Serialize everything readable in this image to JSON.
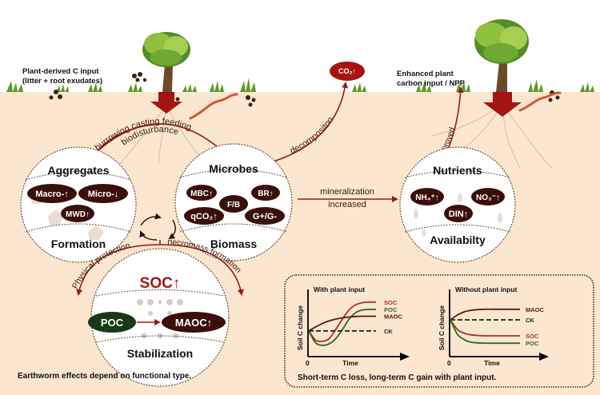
{
  "top_labels": {
    "plant_input_line1": "Plant-derived C input",
    "plant_input_line2": "(litter + root exudates)",
    "enhanced_line1": "Enhanced plant",
    "enhanced_line2": "carbon input / NPP",
    "co2": "CO₂↑"
  },
  "arrows": {
    "burrowing": "burrowing casting feeding",
    "biodisturbance": "biodisturbance",
    "decomposition": "decompositon",
    "mineralization_line1": "mineralization",
    "mineralization_line2": "increased",
    "improved": "improved",
    "physical_protection": "Physical protection",
    "necromass_formation": "necromass formation"
  },
  "aggregates": {
    "title": "Aggregates",
    "footer": "Formation",
    "pills": [
      "Macro-↑",
      "Micro-↓",
      "MWD↑"
    ]
  },
  "microbes": {
    "title": "Microbes",
    "footer": "Biomass",
    "pills": [
      "MBC↑",
      "BR↑",
      "F/B",
      "qCO₂↑",
      "G+/G-"
    ]
  },
  "nutrients": {
    "title": "Nutrients",
    "footer": "Availabilty",
    "pills": [
      "NH₄⁺↑",
      "NO₃⁻↑",
      "DIN↑"
    ]
  },
  "soc": {
    "title": "SOC↑",
    "footer": "Stabilization",
    "poc": "POC",
    "maoc": "MAOC↑"
  },
  "captions": {
    "left": "Earthworm effects depend on functional type.",
    "right": "Short-term C loss, long-term C gain with plant input."
  },
  "colors": {
    "soil": "#fbe6d0",
    "dark_red": "#9b1b14",
    "pill_brown": "#3a0f0a",
    "poc_green": "#163a16",
    "soc_red": "#a8302c",
    "poc_line": "#2d6a1c",
    "maoc_line": "#5b1a0e"
  },
  "chart_data": [
    {
      "type": "line",
      "title": "With plant input",
      "xlabel": "Time",
      "ylabel": "Soil C change",
      "x_tick_labels": [
        "0"
      ],
      "legend_position": "right",
      "x": [
        0,
        0.1,
        0.2,
        0.3,
        0.4,
        0.5,
        0.6,
        0.7,
        0.8,
        0.9,
        1.0
      ],
      "series": [
        {
          "name": "SOC",
          "values": [
            0,
            -0.35,
            -0.4,
            -0.3,
            0.05,
            0.45,
            0.8,
            1.0,
            1.08,
            1.1,
            1.1
          ]
        },
        {
          "name": "POC",
          "values": [
            0,
            -0.45,
            -0.55,
            -0.5,
            -0.3,
            0.05,
            0.45,
            0.7,
            0.8,
            0.82,
            0.82
          ]
        },
        {
          "name": "MAOC",
          "values": [
            0,
            0.15,
            0.28,
            0.38,
            0.45,
            0.5,
            0.53,
            0.55,
            0.56,
            0.56,
            0.56
          ]
        },
        {
          "name": "CK",
          "values": [
            0,
            0,
            0,
            0,
            0,
            0,
            0,
            0,
            0,
            0,
            0
          ]
        }
      ],
      "ylim": [
        -0.8,
        1.4
      ]
    },
    {
      "type": "line",
      "title": "Without plant input",
      "xlabel": "Time",
      "ylabel": "Soil C change",
      "x_tick_labels": [
        "0"
      ],
      "legend_position": "right",
      "x": [
        0,
        0.1,
        0.2,
        0.3,
        0.4,
        0.5,
        0.6,
        0.7,
        0.8,
        0.9,
        1.0
      ],
      "series": [
        {
          "name": "MAOC",
          "values": [
            0,
            0.15,
            0.25,
            0.3,
            0.32,
            0.33,
            0.33,
            0.33,
            0.33,
            0.33,
            0.33
          ]
        },
        {
          "name": "CK",
          "values": [
            0,
            0,
            0,
            0,
            0,
            0,
            0,
            0,
            0,
            0,
            0
          ]
        },
        {
          "name": "SOC",
          "values": [
            0,
            -0.3,
            -0.42,
            -0.47,
            -0.49,
            -0.5,
            -0.5,
            -0.5,
            -0.5,
            -0.5,
            -0.5
          ]
        },
        {
          "name": "POC",
          "values": [
            0,
            -0.45,
            -0.62,
            -0.7,
            -0.72,
            -0.73,
            -0.73,
            -0.73,
            -0.73,
            -0.73,
            -0.73
          ]
        }
      ],
      "ylim": [
        -1.0,
        0.8
      ]
    }
  ]
}
